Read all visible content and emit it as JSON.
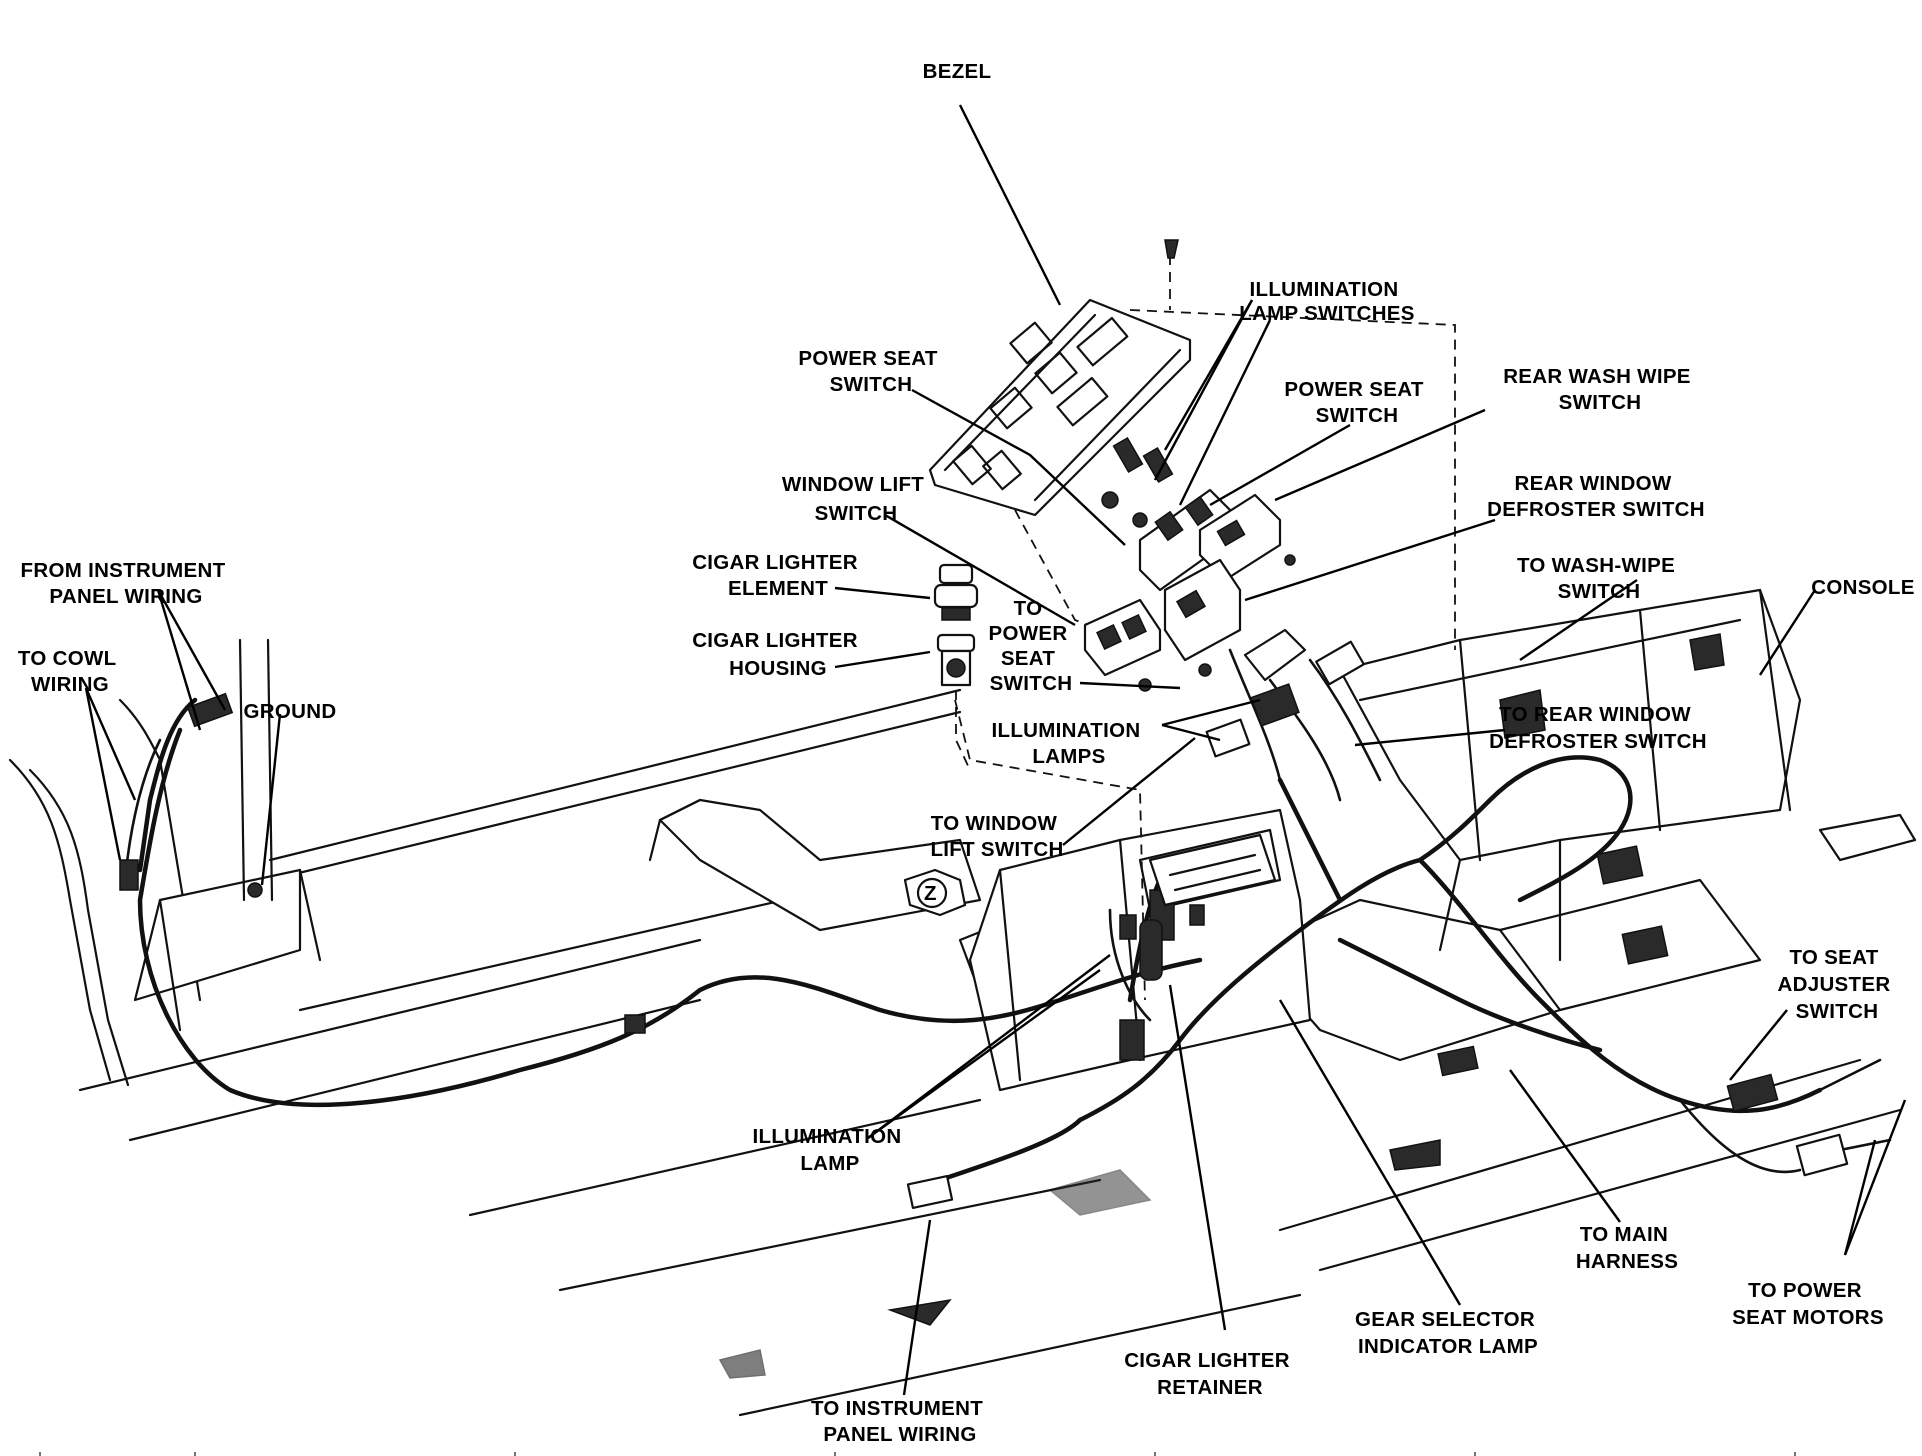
{
  "labels": {
    "bezel": [
      "BEZEL"
    ],
    "illumination_lamp_switches": [
      "ILLUMINATION",
      "LAMP SWITCHES"
    ],
    "power_seat_switch_left": [
      "POWER SEAT",
      "SWITCH"
    ],
    "power_seat_switch_right": [
      "POWER SEAT",
      "SWITCH"
    ],
    "rear_wash_wipe_switch": [
      "REAR WASH WIPE",
      "SWITCH"
    ],
    "window_lift_switch": [
      "WINDOW LIFT",
      "SWITCH"
    ],
    "rear_window_defroster_switch": [
      "REAR WINDOW",
      "DEFROSTER SWITCH"
    ],
    "cigar_lighter_element": [
      "CIGAR LIGHTER",
      "ELEMENT"
    ],
    "cigar_lighter_housing": [
      "CIGAR LIGHTER",
      "HOUSING"
    ],
    "to_power_seat_switch": [
      "TO",
      "POWER",
      "SEAT",
      "SWITCH"
    ],
    "to_wash_wipe_switch": [
      "TO WASH-WIPE",
      "SWITCH"
    ],
    "console": [
      "CONSOLE"
    ],
    "from_instrument_panel_wiring": [
      "FROM INSTRUMENT",
      "PANEL WIRING"
    ],
    "to_cowl_wiring": [
      "TO COWL",
      "WIRING"
    ],
    "ground": [
      "GROUND"
    ],
    "illumination_lamps": [
      "ILLUMINATION",
      "LAMPS"
    ],
    "to_rear_window_defroster_switch": [
      "TO REAR WINDOW",
      "DEFROSTER SWITCH"
    ],
    "to_window_lift_switch": [
      "TO WINDOW",
      "LIFT SWITCH"
    ],
    "to_seat_adjuster_switch": [
      "TO SEAT",
      "ADJUSTER",
      "SWITCH"
    ],
    "illumination_lamp": [
      "ILLUMINATION",
      "LAMP"
    ],
    "to_main_harness": [
      "TO MAIN",
      "HARNESS"
    ],
    "to_power_seat_motors": [
      "TO POWER",
      "SEAT MOTORS"
    ],
    "gear_selector_indicator_lamp": [
      "GEAR SELECTOR",
      "INDICATOR LAMP"
    ],
    "cigar_lighter_retainer": [
      "CIGAR LIGHTER",
      "RETAINER"
    ],
    "to_instrument_panel_wiring": [
      "TO INSTRUMENT",
      "PANEL WIRING"
    ]
  },
  "callout_symbol": "Z",
  "colors": {
    "ink": "#111111",
    "paper": "#ffffff"
  }
}
